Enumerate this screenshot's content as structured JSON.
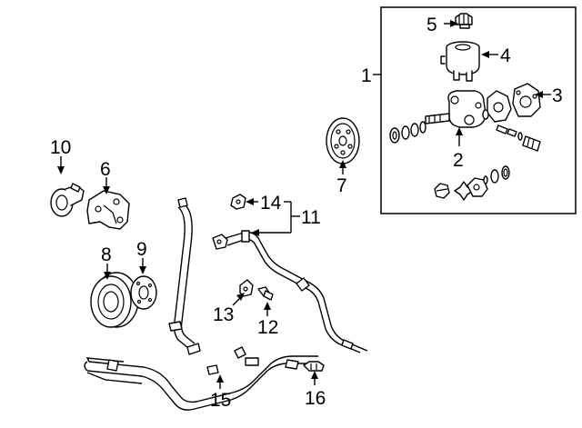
{
  "diagram": {
    "callouts": {
      "c1": "1",
      "c2": "2",
      "c3": "3",
      "c4": "4",
      "c5": "5",
      "c6": "6",
      "c7": "7",
      "c8": "8",
      "c9": "9",
      "c10": "10",
      "c11": "11",
      "c12": "12",
      "c13": "13",
      "c14": "14",
      "c15": "15",
      "c16": "16"
    },
    "line_color": "#000000",
    "background": "#ffffff"
  }
}
